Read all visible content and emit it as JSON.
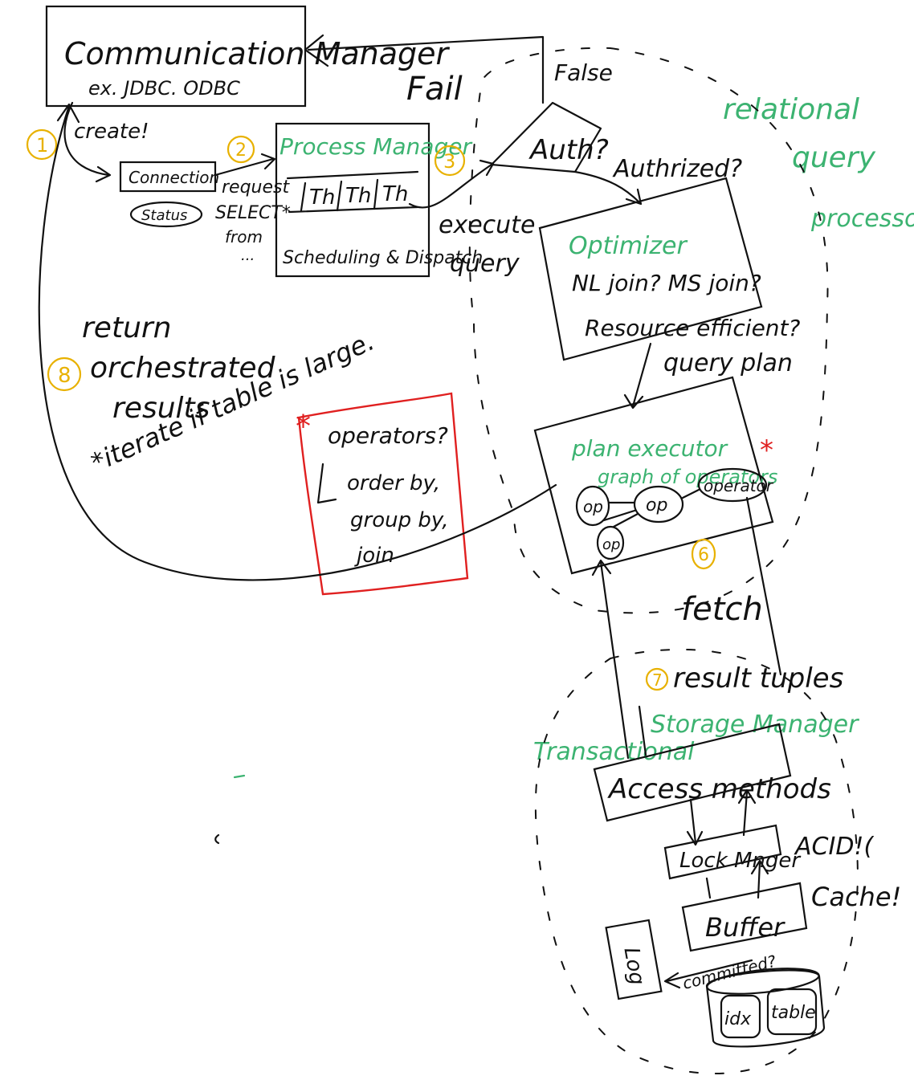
{
  "colors": {
    "ink": "#111111",
    "green": "#3cb371",
    "yellow": "#e8b100",
    "red": "#e02020"
  },
  "communication_manager": {
    "title": "Communication Manager",
    "subtitle": "ex. JDBC. ODBC"
  },
  "create_label": "create!",
  "connection": {
    "label": "Connection",
    "status": "Status"
  },
  "request": {
    "line1": "request",
    "line2": "SELECT*",
    "line3": "from",
    "line4": "..."
  },
  "process_manager": {
    "title": "Process Manager",
    "threads": [
      "Th",
      "Th",
      "Th"
    ],
    "footer": "Scheduling & Dispatch"
  },
  "execute_query": {
    "line1": "execute",
    "line2": "query"
  },
  "fail_label": "Fail",
  "false_label": "False",
  "auth_label": "Auth?",
  "authorized_label": "Authrized?",
  "relational_query_processor": {
    "line1": "relational",
    "line2": "query",
    "line3": "processor"
  },
  "optimizer": {
    "title": "Optimizer",
    "line1": "NL join? MS join?",
    "line2": "Resource efficient?"
  },
  "query_plan_label": "query plan",
  "plan_executor": {
    "title": "plan executor",
    "subtitle": "graph of operators",
    "nodes": [
      "op",
      "op",
      "operator",
      "op"
    ]
  },
  "operators_note": {
    "line1": "operators?",
    "line2": "order by,",
    "line3": "group by,",
    "line4": "join"
  },
  "return_note": {
    "line1": "return",
    "line2": "orchestrated",
    "line3": "results",
    "line4": "*iterate if table is large."
  },
  "step_numbers": [
    "1",
    "2",
    "3",
    "6",
    "7",
    "8"
  ],
  "fetch_label": "fetch",
  "result_tuples_label": "result tuples",
  "transactional_label": "Transactional",
  "storage_manager_label": "Storage Manager",
  "access_methods_label": "Access methods",
  "lock_manager_label": "Lock Mnger",
  "acid_label": "ACID!(",
  "buffer_label": "Buffer",
  "cache_label": "Cache!",
  "log_label": "Log",
  "committed_label": "committed?",
  "disk": {
    "left": "idx",
    "right": "table"
  }
}
